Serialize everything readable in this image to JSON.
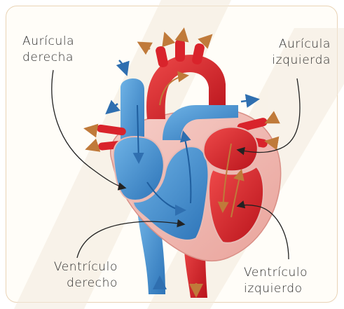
{
  "labels": {
    "auricula_derecha": [
      "Aurícula",
      "derecha"
    ],
    "auricula_izquierda": [
      "Aurícula",
      "izquierda"
    ],
    "ventriculo_derecho": [
      "Ventrículo",
      "derecho"
    ],
    "ventriculo_izquierdo": [
      "Ventrículo",
      "izquierdo"
    ]
  },
  "colors": {
    "panel_border": "#e9d3b6",
    "oxygenated_blood": "#d9232b",
    "deoxygenated_blood": "#3a86c8",
    "myocardium": "#f0b8b2",
    "flow_arrow_red_side": "#c07a3a",
    "flow_arrow_blue_side": "#2f6fb0"
  }
}
